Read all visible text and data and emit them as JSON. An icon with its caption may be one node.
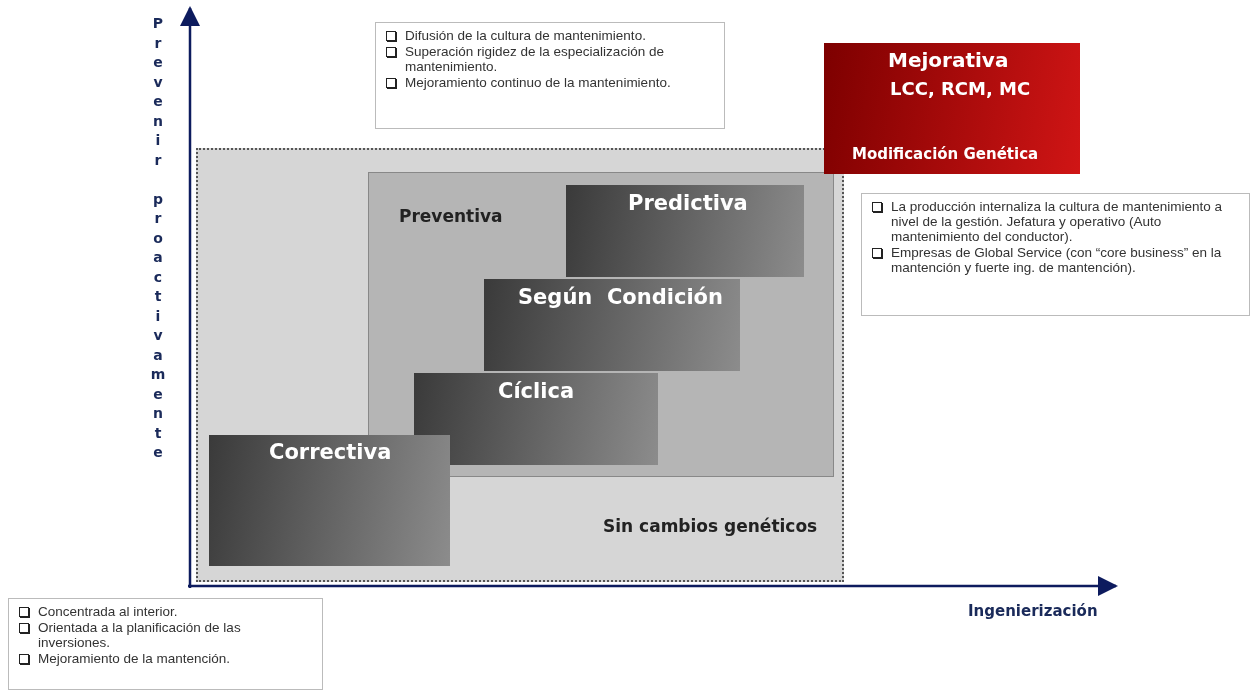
{
  "diagram": {
    "nodes": [
      {
        "text": [
          "Sin cambios genéticos"
        ]
      },
      {
        "text": [
          "Preventiva"
        ],
        "in": 0
      },
      {
        "text": [
          "Predictiva"
        ],
        "in": 1
      },
      {
        "text": [
          "Según  Condición"
        ],
        "in": 1
      },
      {
        "text": [
          "Cíclica"
        ],
        "in": 1
      },
      {
        "text": [
          "Correctiva"
        ],
        "in": 0
      },
      {
        "text": [
          "Mejorativa",
          "LCC, RCM, MC",
          "Modificación Genética"
        ]
      },
      {
        "text": [
          "Difusión de la cultura de mantenimiento.",
          "Superación rigidez de la especialización de mantenimiento.",
          "Mejoramiento continuo de la mantenimiento."
        ]
      },
      {
        "text": [
          "La producción internaliza la cultura de mantenimiento a nivel de la gestión. Jefatura y operativo (Auto mantenimiento del conductor).",
          "Empresas de Global Service (con “core business” en la mantención y fuerte ing. de mantención)."
        ]
      },
      {
        "text": [
          "Concentrada al interior.",
          "Orientada a la planificación de las inversiones.",
          "Mejoramiento de la mantención."
        ]
      }
    ],
    "edges": [],
    "labels": [
      "Prevenir proactivamente",
      "Ingenierización"
    ]
  }
}
